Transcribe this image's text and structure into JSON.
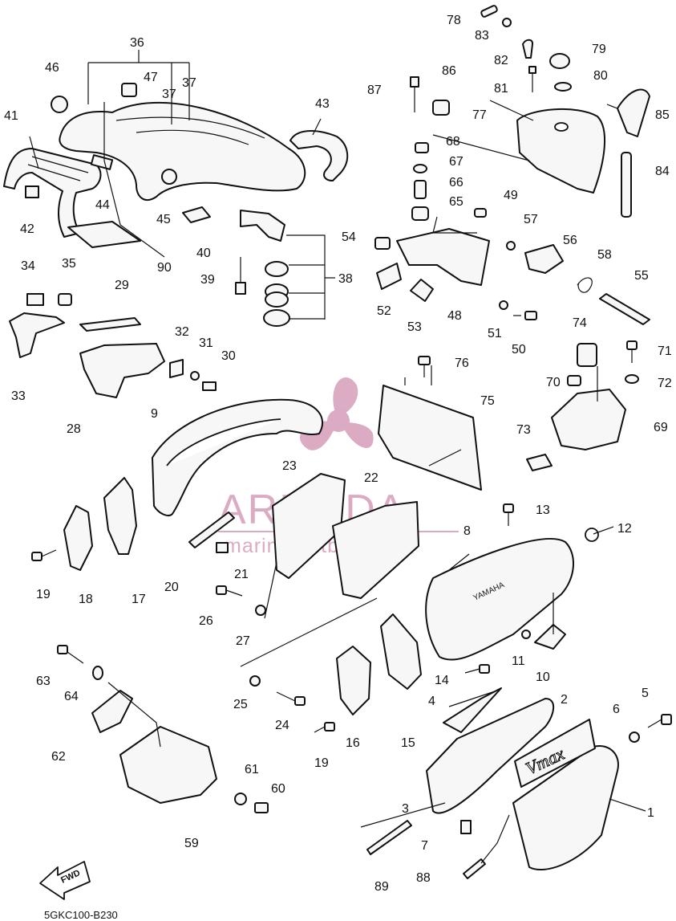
{
  "diagram": {
    "drawing_code": "5GKC100-B230",
    "fwd_label": "FWD",
    "cover_brand_label": "YAMAHA",
    "decal_label": "Vmax",
    "watermark": {
      "brand": "ARMADA",
      "tagline": "marine outboards",
      "colors": {
        "logo": "#d08fb0"
      }
    },
    "callouts": [
      {
        "id": "c1",
        "label": "1"
      },
      {
        "id": "c2",
        "label": "2"
      },
      {
        "id": "c3",
        "label": "3"
      },
      {
        "id": "c4",
        "label": "4"
      },
      {
        "id": "c5",
        "label": "5"
      },
      {
        "id": "c6",
        "label": "6"
      },
      {
        "id": "c7",
        "label": "7"
      },
      {
        "id": "c8",
        "label": "8"
      },
      {
        "id": "c9",
        "label": "9"
      },
      {
        "id": "c10",
        "label": "10"
      },
      {
        "id": "c11",
        "label": "11"
      },
      {
        "id": "c12",
        "label": "12"
      },
      {
        "id": "c13",
        "label": "13"
      },
      {
        "id": "c14",
        "label": "14"
      },
      {
        "id": "c15",
        "label": "15"
      },
      {
        "id": "c16",
        "label": "16"
      },
      {
        "id": "c17",
        "label": "17"
      },
      {
        "id": "c18",
        "label": "18"
      },
      {
        "id": "c19a",
        "label": "19"
      },
      {
        "id": "c19b",
        "label": "19"
      },
      {
        "id": "c20",
        "label": "20"
      },
      {
        "id": "c21",
        "label": "21"
      },
      {
        "id": "c22",
        "label": "22"
      },
      {
        "id": "c23",
        "label": "23"
      },
      {
        "id": "c24",
        "label": "24"
      },
      {
        "id": "c25",
        "label": "25"
      },
      {
        "id": "c26",
        "label": "26"
      },
      {
        "id": "c27",
        "label": "27"
      },
      {
        "id": "c28",
        "label": "28"
      },
      {
        "id": "c29",
        "label": "29"
      },
      {
        "id": "c30",
        "label": "30"
      },
      {
        "id": "c31",
        "label": "31"
      },
      {
        "id": "c32",
        "label": "32"
      },
      {
        "id": "c33",
        "label": "33"
      },
      {
        "id": "c34",
        "label": "34"
      },
      {
        "id": "c35",
        "label": "35"
      },
      {
        "id": "c36",
        "label": "36"
      },
      {
        "id": "c37a",
        "label": "37"
      },
      {
        "id": "c37b",
        "label": "37"
      },
      {
        "id": "c38",
        "label": "38"
      },
      {
        "id": "c39",
        "label": "39"
      },
      {
        "id": "c40",
        "label": "40"
      },
      {
        "id": "c41",
        "label": "41"
      },
      {
        "id": "c42",
        "label": "42"
      },
      {
        "id": "c43",
        "label": "43"
      },
      {
        "id": "c44",
        "label": "44"
      },
      {
        "id": "c45",
        "label": "45"
      },
      {
        "id": "c46",
        "label": "46"
      },
      {
        "id": "c47",
        "label": "47"
      },
      {
        "id": "c48",
        "label": "48"
      },
      {
        "id": "c49",
        "label": "49"
      },
      {
        "id": "c50",
        "label": "50"
      },
      {
        "id": "c51",
        "label": "51"
      },
      {
        "id": "c52",
        "label": "52"
      },
      {
        "id": "c53",
        "label": "53"
      },
      {
        "id": "c54",
        "label": "54"
      },
      {
        "id": "c55",
        "label": "55"
      },
      {
        "id": "c56",
        "label": "56"
      },
      {
        "id": "c57",
        "label": "57"
      },
      {
        "id": "c58",
        "label": "58"
      },
      {
        "id": "c59",
        "label": "59"
      },
      {
        "id": "c60",
        "label": "60"
      },
      {
        "id": "c61",
        "label": "61"
      },
      {
        "id": "c62",
        "label": "62"
      },
      {
        "id": "c63",
        "label": "63"
      },
      {
        "id": "c64",
        "label": "64"
      },
      {
        "id": "c65",
        "label": "65"
      },
      {
        "id": "c66",
        "label": "66"
      },
      {
        "id": "c67",
        "label": "67"
      },
      {
        "id": "c68",
        "label": "68"
      },
      {
        "id": "c69",
        "label": "69"
      },
      {
        "id": "c70",
        "label": "70"
      },
      {
        "id": "c71",
        "label": "71"
      },
      {
        "id": "c72",
        "label": "72"
      },
      {
        "id": "c73",
        "label": "73"
      },
      {
        "id": "c74",
        "label": "74"
      },
      {
        "id": "c75",
        "label": "75"
      },
      {
        "id": "c76",
        "label": "76"
      },
      {
        "id": "c77",
        "label": "77"
      },
      {
        "id": "c78",
        "label": "78"
      },
      {
        "id": "c79",
        "label": "79"
      },
      {
        "id": "c80",
        "label": "80"
      },
      {
        "id": "c81",
        "label": "81"
      },
      {
        "id": "c82",
        "label": "82"
      },
      {
        "id": "c83",
        "label": "83"
      },
      {
        "id": "c84",
        "label": "84"
      },
      {
        "id": "c85",
        "label": "85"
      },
      {
        "id": "c86",
        "label": "86"
      },
      {
        "id": "c87",
        "label": "87"
      },
      {
        "id": "c88",
        "label": "88"
      },
      {
        "id": "c89",
        "label": "89"
      },
      {
        "id": "c90",
        "label": "90"
      }
    ]
  }
}
